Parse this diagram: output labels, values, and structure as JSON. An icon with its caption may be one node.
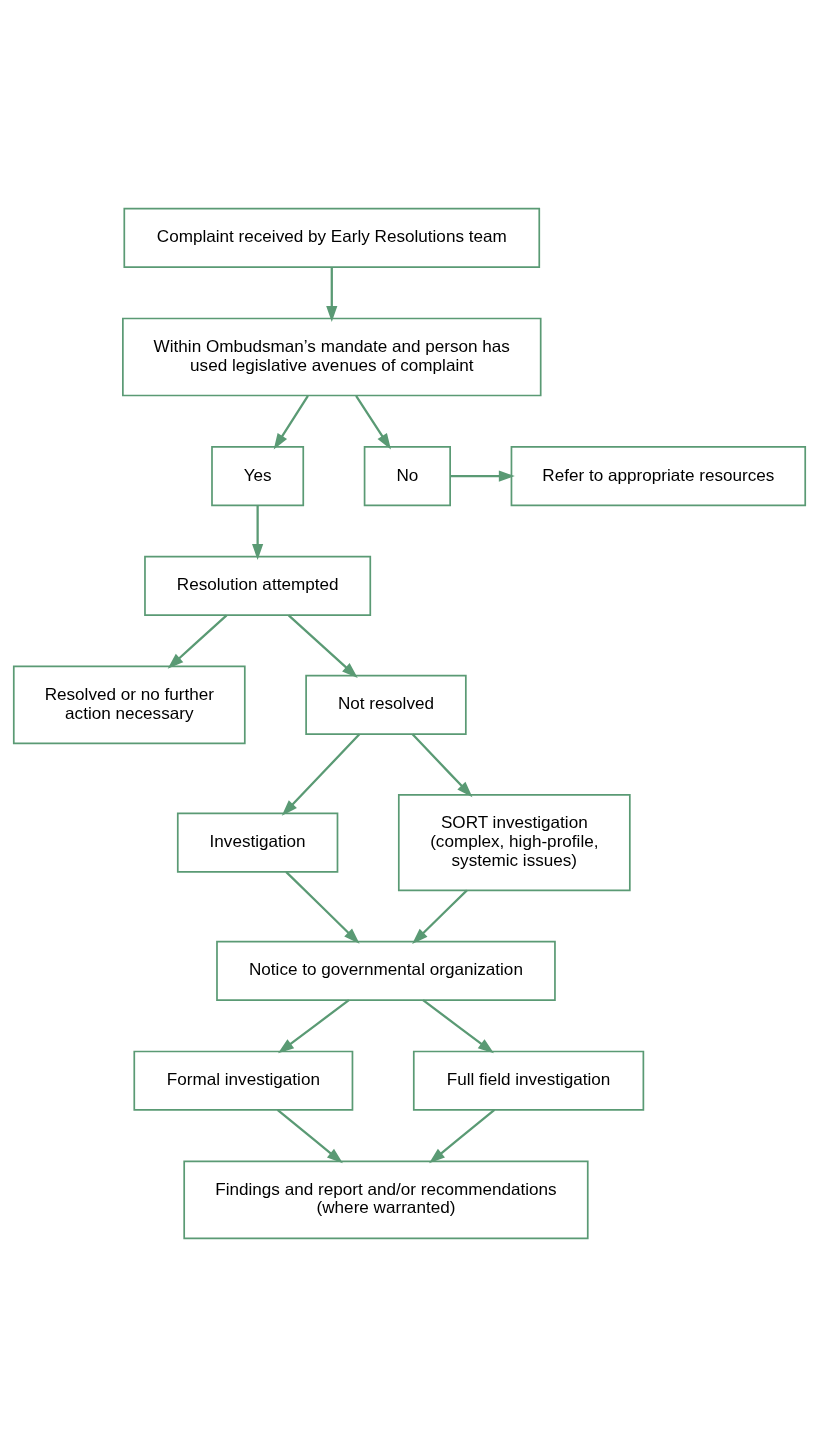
{
  "diagram": {
    "nodes": [
      {
        "text": [
          "Complaint received by Early Resolutions team"
        ]
      },
      {
        "text": [
          "Within Ombudsman’s mandate and person has used legislative avenues of complaint"
        ]
      },
      {
        "text": [
          "Yes"
        ]
      },
      {
        "text": [
          "No"
        ]
      },
      {
        "text": [
          "Refer to appropriate resources"
        ]
      },
      {
        "text": [
          "Resolution attempted"
        ]
      },
      {
        "text": [
          "Resolved or no further action necessary"
        ]
      },
      {
        "text": [
          "Not resolved"
        ]
      },
      {
        "text": [
          "Investigation"
        ]
      },
      {
        "text": [
          "SORT investigation (complex, high-profile, systemic issues)"
        ]
      },
      {
        "text": [
          "Notice to governmental organization"
        ]
      },
      {
        "text": [
          "Formal investigation"
        ]
      },
      {
        "text": [
          "Full field investigation"
        ]
      },
      {
        "text": [
          "Findings and report and/or recommendations (where warranted)"
        ]
      }
    ],
    "edges": [
      {
        "from": 0,
        "to": 1,
        "arrow": "to"
      },
      {
        "from": 1,
        "to": 2,
        "arrow": "to"
      },
      {
        "from": 1,
        "to": 3,
        "arrow": "to"
      },
      {
        "from": 3,
        "to": 4,
        "arrow": "to"
      },
      {
        "from": 2,
        "to": 5,
        "arrow": "to"
      },
      {
        "from": 5,
        "to": 6,
        "arrow": "to"
      },
      {
        "from": 5,
        "to": 7,
        "arrow": "to"
      },
      {
        "from": 7,
        "to": 8,
        "arrow": "to"
      },
      {
        "from": 7,
        "to": 9,
        "arrow": "to"
      },
      {
        "from": 8,
        "to": 10,
        "arrow": "to"
      },
      {
        "from": 9,
        "to": 10,
        "arrow": "to"
      },
      {
        "from": 10,
        "to": 11,
        "arrow": "to"
      },
      {
        "from": 10,
        "to": 12,
        "arrow": "to"
      },
      {
        "from": 11,
        "to": 13,
        "arrow": "to"
      },
      {
        "from": 12,
        "to": 13,
        "arrow": "to"
      }
    ]
  }
}
